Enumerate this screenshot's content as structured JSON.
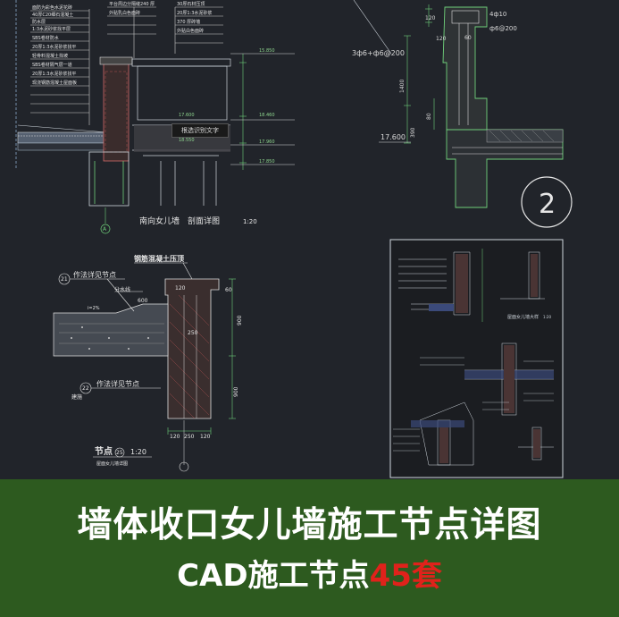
{
  "banner": {
    "title": "墙体收口女儿墙施工节点详图",
    "subtitle_prefix": "CAD施工节点",
    "subtitle_count": "45套",
    "bg_color": "#2d5a1f",
    "accent_color": "#e0221b"
  },
  "drawing1": {
    "caption": "南向女儿墙　剖面详图",
    "scale": "1:20",
    "tooltip": "根选识别文字",
    "grid_marker": "A",
    "levels": [
      "15.850",
      "17.600",
      "18.550",
      "18.460",
      "17.960",
      "17.850"
    ],
    "notes": [
      "面防为彩色水泥花砖",
      "40厚C20细石混凝土",
      "防水层",
      "1:3水泥砂浆找平层",
      "SBS卷材防水",
      "20厚1:3水泥砂浆找平",
      "轻骨料混凝土找坡",
      "SBS卷材隔气层一道",
      "20厚1:3水泥砂浆找平",
      "现浇钢筋混凝土屋面板",
      "平台周边分隔缝240 厚",
      "外贴乳白色面砖",
      "30厚石材压顶",
      "20厚1:3水泥砂浆",
      "370 厚砖墙",
      "外贴白色面砖"
    ]
  },
  "drawing2": {
    "rebar_top": "4ф10",
    "stirrup": "ф6@200",
    "rebar_side": "3ф6+ф6@200",
    "dims": [
      "120",
      "120",
      "60",
      "1400",
      "390",
      "80"
    ],
    "level": "17.600",
    "detail_number": "2"
  },
  "drawing3": {
    "title": "钢筋混凝土压顶",
    "note1_index": "21",
    "note1": "作法详见节点",
    "note2_index": "22",
    "note2": "作法详见节点",
    "note3": "分水线",
    "slope": "i=2%",
    "dims": [
      "600",
      "60",
      "120",
      "250",
      "900",
      "900",
      "120",
      "120",
      "250"
    ],
    "level_label": "建施",
    "node_label": "节点",
    "node_index": "25",
    "scale": "1:20",
    "subcaption": "屋面女儿墙详图"
  },
  "drawing4": {
    "caption": "屋面女儿墙大样",
    "scale": "1:20"
  }
}
